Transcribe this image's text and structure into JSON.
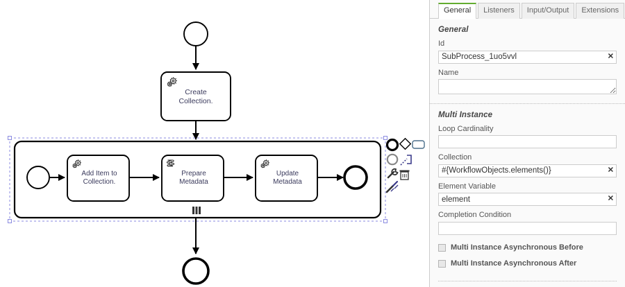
{
  "diagram": {
    "type": "bpmn",
    "start_event": {
      "name": "start-event",
      "label": ""
    },
    "task_create": {
      "label_line1": "Create",
      "label_line2": "Collection.",
      "icon": "service-task-gear-icon"
    },
    "subprocess": {
      "selected": true,
      "marker": "parallel-multi-instance-marker",
      "inner_start_event": {
        "label": ""
      },
      "tasks": [
        {
          "label_line1": "Add Item to",
          "label_line2": "Collection.",
          "icon": "service-task-gear-icon"
        },
        {
          "label_line1": "Prepare",
          "label_line2": "Metadata",
          "icon": "script-task-icon"
        },
        {
          "label_line1": "Update",
          "label_line2": "Metadata",
          "icon": "service-task-gear-icon"
        }
      ],
      "inner_end_event": {
        "label": ""
      }
    },
    "end_event": {
      "label": ""
    },
    "context_pad": [
      "append-end-event-icon",
      "append-gateway-icon",
      "append-task-icon",
      "append-intermediate-event-icon",
      "connect-icon",
      "wrench-icon",
      "trash-icon",
      "magic-wand-icon"
    ],
    "colors": {
      "stroke": "#000000",
      "label_text": "#3a3a5c",
      "selection": "#8a8ae0",
      "fill": "#ffffff"
    }
  },
  "properties": {
    "tabs": [
      {
        "label": "General",
        "active": true
      },
      {
        "label": "Listeners",
        "active": false
      },
      {
        "label": "Input/Output",
        "active": false
      },
      {
        "label": "Extensions",
        "active": false
      }
    ],
    "accent_color": "#62ac2f",
    "groups": [
      {
        "title": "General",
        "fields": [
          {
            "label": "Id",
            "value": "SubProcess_1uo5vvl",
            "placeholder": "",
            "clear": "✕",
            "control": "text"
          },
          {
            "label": "Name",
            "value": "",
            "placeholder": "",
            "control": "textarea"
          }
        ]
      },
      {
        "title": "Multi Instance",
        "fields": [
          {
            "label": "Loop Cardinality",
            "value": "",
            "placeholder": "",
            "control": "text"
          },
          {
            "label": "Collection",
            "value": "#{WorkflowObjects.elements()}",
            "placeholder": "",
            "clear": "✕",
            "control": "text"
          },
          {
            "label": "Element Variable",
            "value": "element",
            "placeholder": "",
            "clear": "✕",
            "control": "text"
          },
          {
            "label": "Completion Condition",
            "value": "",
            "placeholder": "",
            "control": "text"
          }
        ],
        "checkboxes": [
          {
            "label": "Multi Instance Asynchronous Before",
            "checked": false
          },
          {
            "label": "Multi Instance Asynchronous After",
            "checked": false
          }
        ]
      }
    ]
  }
}
